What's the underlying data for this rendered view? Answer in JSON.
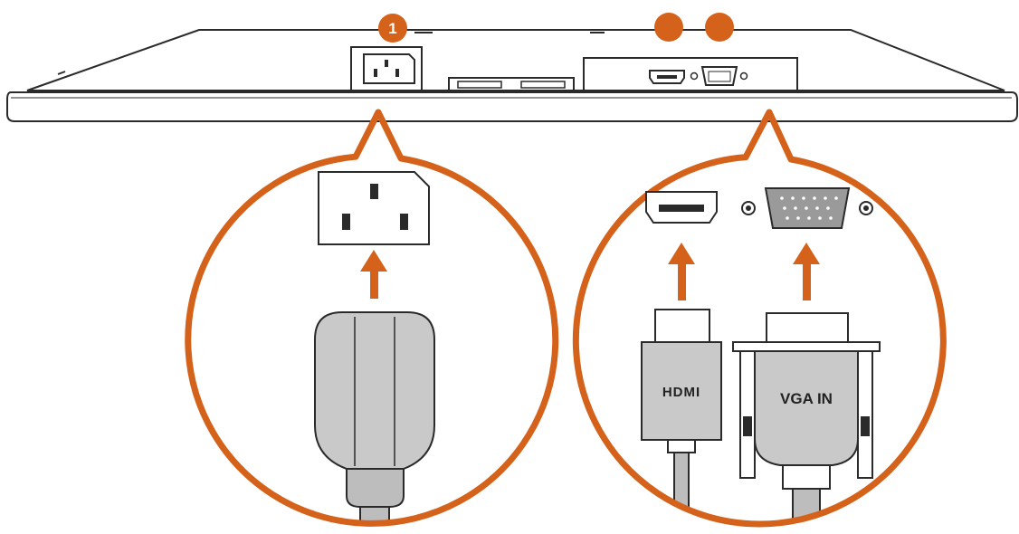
{
  "colors": {
    "accent": "#d4621a",
    "outline": "#2a2a2a",
    "plug_fill": "#c9c9c9",
    "connector_fill": "#9a9a9a",
    "background": "#ffffff"
  },
  "monitor": {
    "callout_badges": [
      {
        "id": "power-badge",
        "label": "1"
      },
      {
        "id": "hdmi-badge",
        "label": ""
      },
      {
        "id": "vga-badge",
        "label": ""
      }
    ],
    "ports": [
      "ac-power-inlet",
      "hdmi-port",
      "vga-port"
    ]
  },
  "power_callout": {
    "port_icon": "ac-inlet-icon",
    "plug_icon": "power-plug-icon",
    "arrow_icon": "arrow-up-icon"
  },
  "video_callout": {
    "hdmi_label": "HDMI",
    "vga_label": "VGA IN",
    "hdmi_port_icon": "hdmi-port-icon",
    "vga_port_icon": "vga-port-icon",
    "arrow_icon": "arrow-up-icon"
  }
}
